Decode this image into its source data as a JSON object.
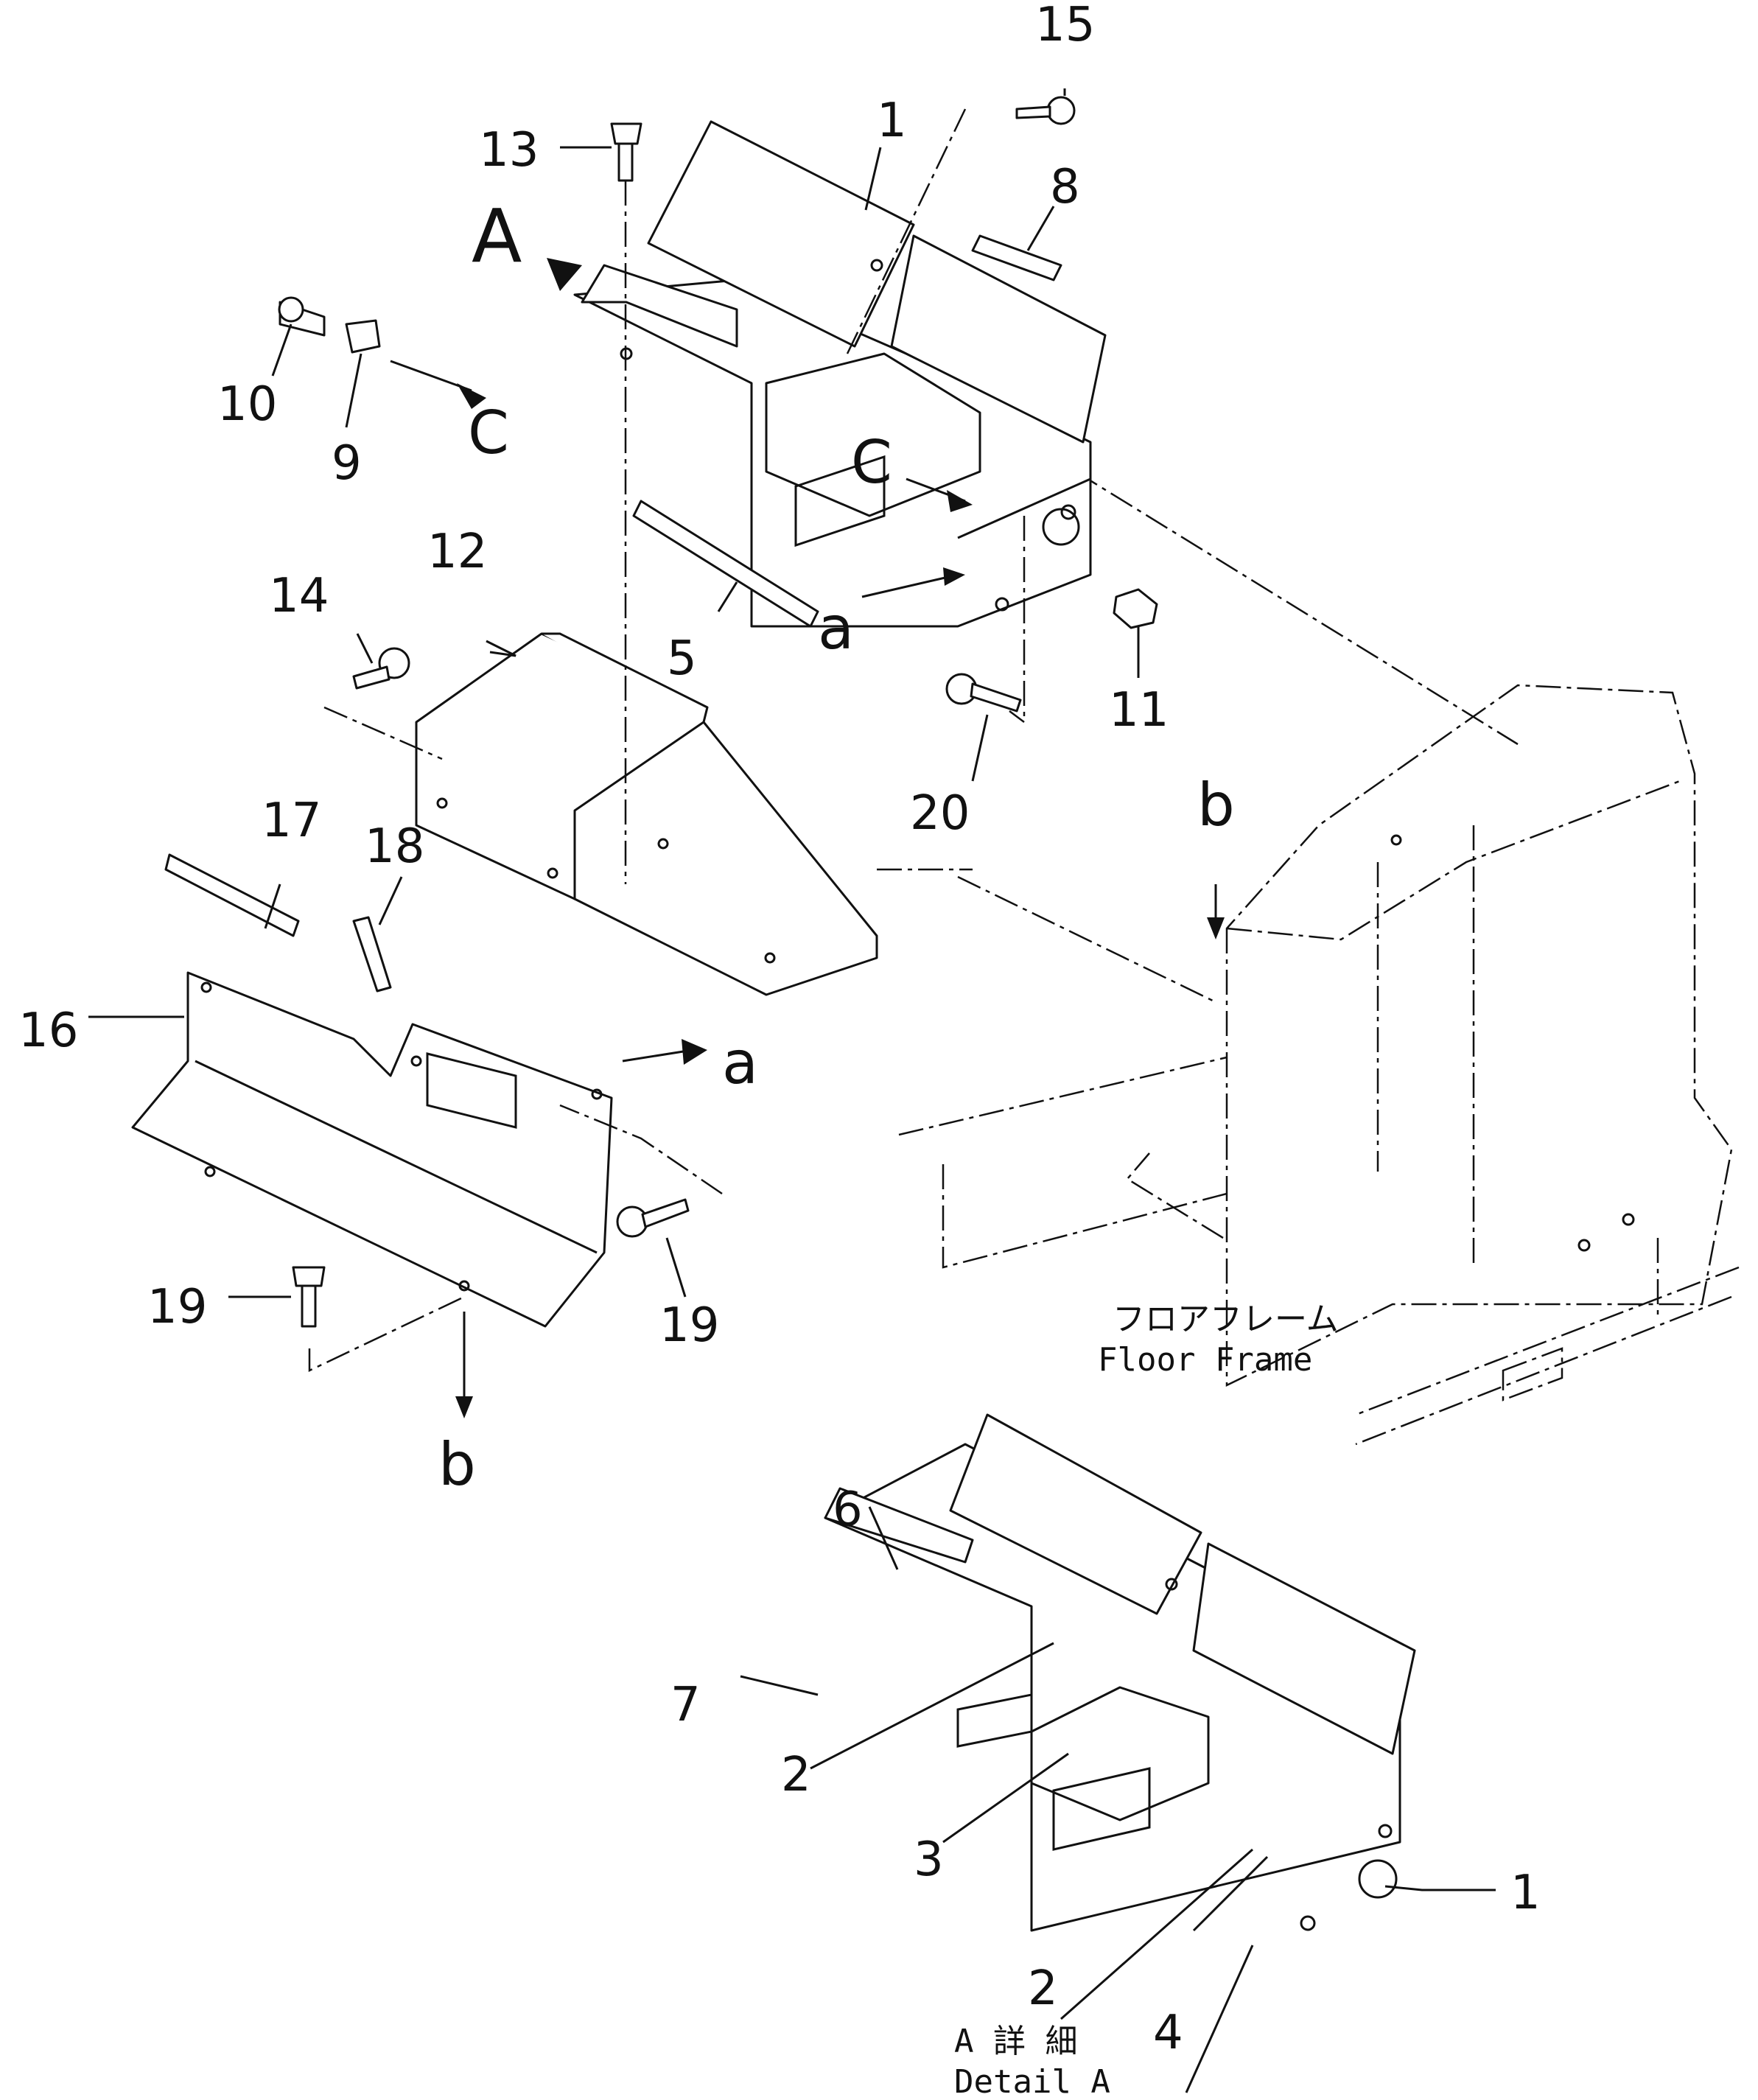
{
  "part_labels": {
    "n1": "1",
    "n2": "2",
    "n3": "3",
    "n4": "4",
    "n5": "5",
    "n6": "6",
    "n7": "7",
    "n8": "8",
    "n9": "9",
    "n10": "10",
    "n11": "11",
    "n12": "12",
    "n13": "13",
    "n14": "14",
    "n15": "15",
    "n16": "16",
    "n17": "17",
    "n18": "18",
    "n19": "19",
    "n20": "20"
  },
  "reference_letters": {
    "view_a": "A",
    "a": "a",
    "b": "b",
    "c": "C",
    "c_small": "c"
  },
  "floor_frame": {
    "jp": "フロアフレーム",
    "en": "Floor Frame"
  },
  "detail": {
    "jp": "A 詳 細",
    "en": "Detail A"
  }
}
